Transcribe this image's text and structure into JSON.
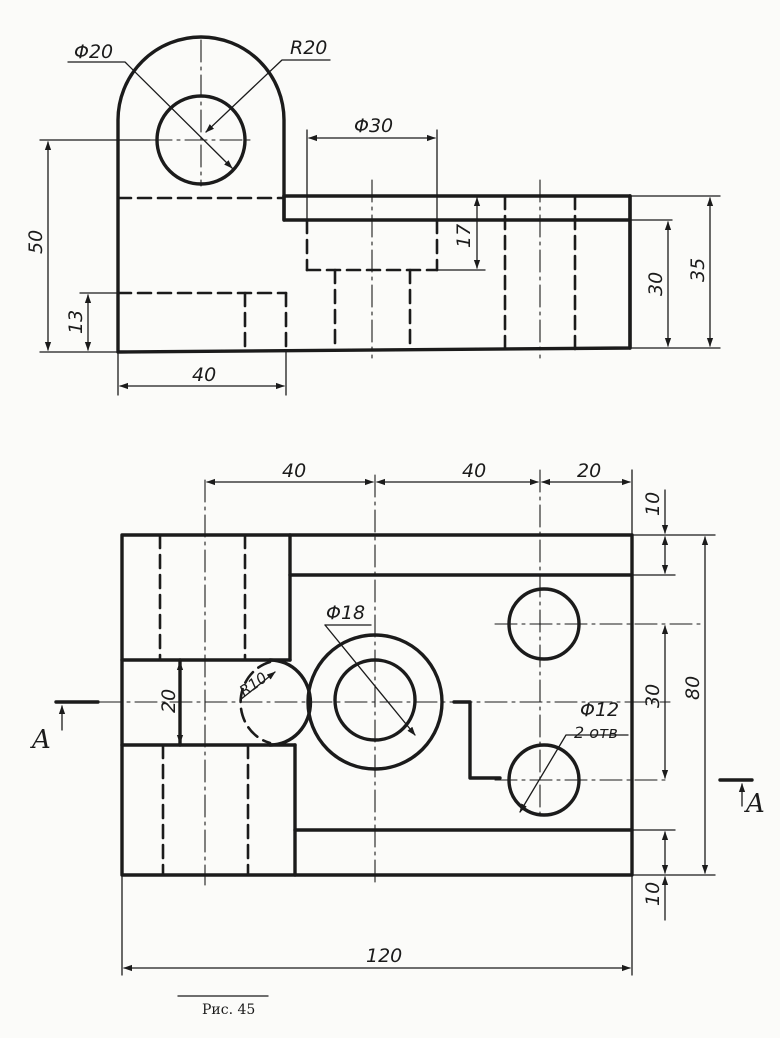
{
  "front_view": {
    "dims": {
      "d20": "Φ20",
      "r20": "R20",
      "d30": "Φ30",
      "h50": "50",
      "h13": "13",
      "w40": "40",
      "h17": "17",
      "h30": "30",
      "h35": "35"
    }
  },
  "top_view": {
    "dims": {
      "w40a": "40",
      "w40b": "40",
      "w20": "20",
      "h10top": "10",
      "h10bot": "10",
      "d18": "Φ18",
      "r10": "R10",
      "g20": "20",
      "h30": "30",
      "h80": "80",
      "d12": "Φ12",
      "d12_qty": "2 отв",
      "w120": "120"
    },
    "section_left": "A",
    "section_right": "A"
  },
  "caption": "Рис. 45"
}
